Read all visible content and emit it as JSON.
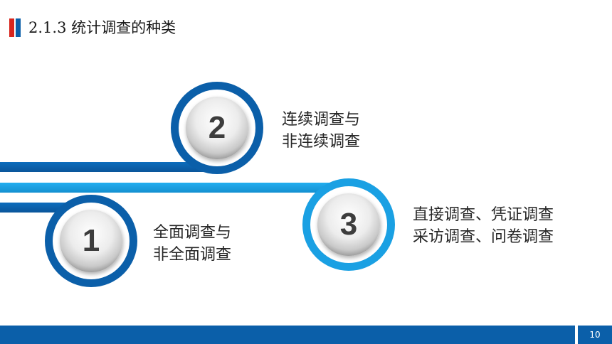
{
  "title": "2.1.3 统计调查的种类",
  "colors": {
    "accent_red": "#d7251d",
    "dark_blue": "#0b5fa9",
    "light_blue": "#1aa0e3"
  },
  "steps": [
    {
      "number": "1",
      "lines": [
        "全面调查与",
        "非全面调查"
      ]
    },
    {
      "number": "2",
      "lines": [
        "连续调查与",
        "非连续调查"
      ]
    },
    {
      "number": "3",
      "lines": [
        "直接调查、凭证调查",
        "采访调查、问卷调查"
      ]
    }
  ],
  "page_number": "10"
}
